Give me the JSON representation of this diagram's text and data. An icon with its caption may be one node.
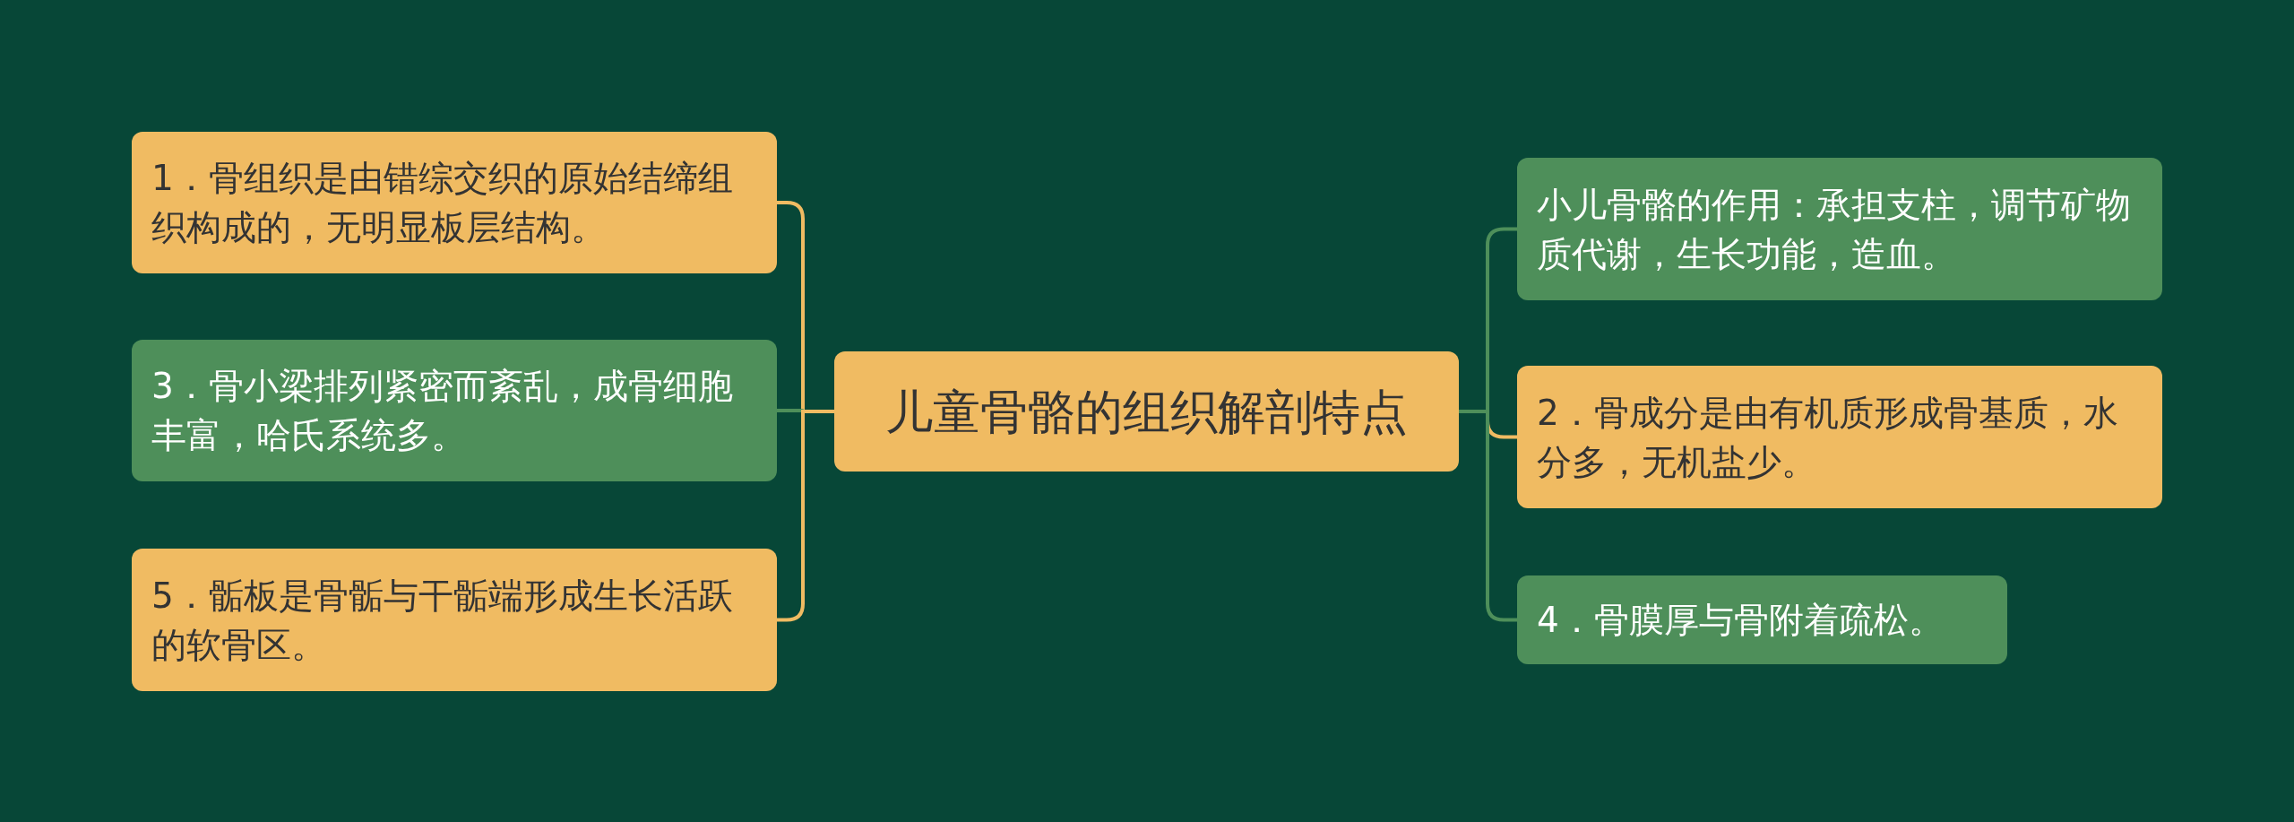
{
  "diagram": {
    "nodes": [
      {
        "text": [
          "儿童骨骼的组织解剖特点"
        ]
      },
      {
        "text": [
          "1．骨组织是由错综交织的原始结缔组织构成的，无明显板层结构。"
        ]
      },
      {
        "text": [
          "3．骨小梁排列紧密而紊乱，成骨细胞丰富，哈氏系统多。"
        ]
      },
      {
        "text": [
          "5．骺板是骨骺与干骺端形成生长活跃的软骨区。"
        ]
      },
      {
        "text": [
          "小儿骨骼的作用：承担支柱，调节矿物质代谢，生长功能，造血。"
        ]
      },
      {
        "text": [
          "2．骨成分是由有机质形成骨基质，水分多，无机盐少。"
        ]
      },
      {
        "text": [
          "4．骨膜厚与骨附着疏松。"
        ]
      }
    ],
    "edges": [
      {
        "from": 0,
        "to": 1,
        "arrow": "none",
        "color": "#f0bb62"
      },
      {
        "from": 0,
        "to": 2,
        "arrow": "none",
        "color": "#4e8f5a"
      },
      {
        "from": 0,
        "to": 3,
        "arrow": "none",
        "color": "#f0bb62"
      },
      {
        "from": 0,
        "to": 4,
        "arrow": "none",
        "color": "#4e8f5a"
      },
      {
        "from": 0,
        "to": 5,
        "arrow": "none",
        "color": "#f0bb62"
      },
      {
        "from": 0,
        "to": 6,
        "arrow": "none",
        "color": "#4e8f5a"
      }
    ]
  }
}
